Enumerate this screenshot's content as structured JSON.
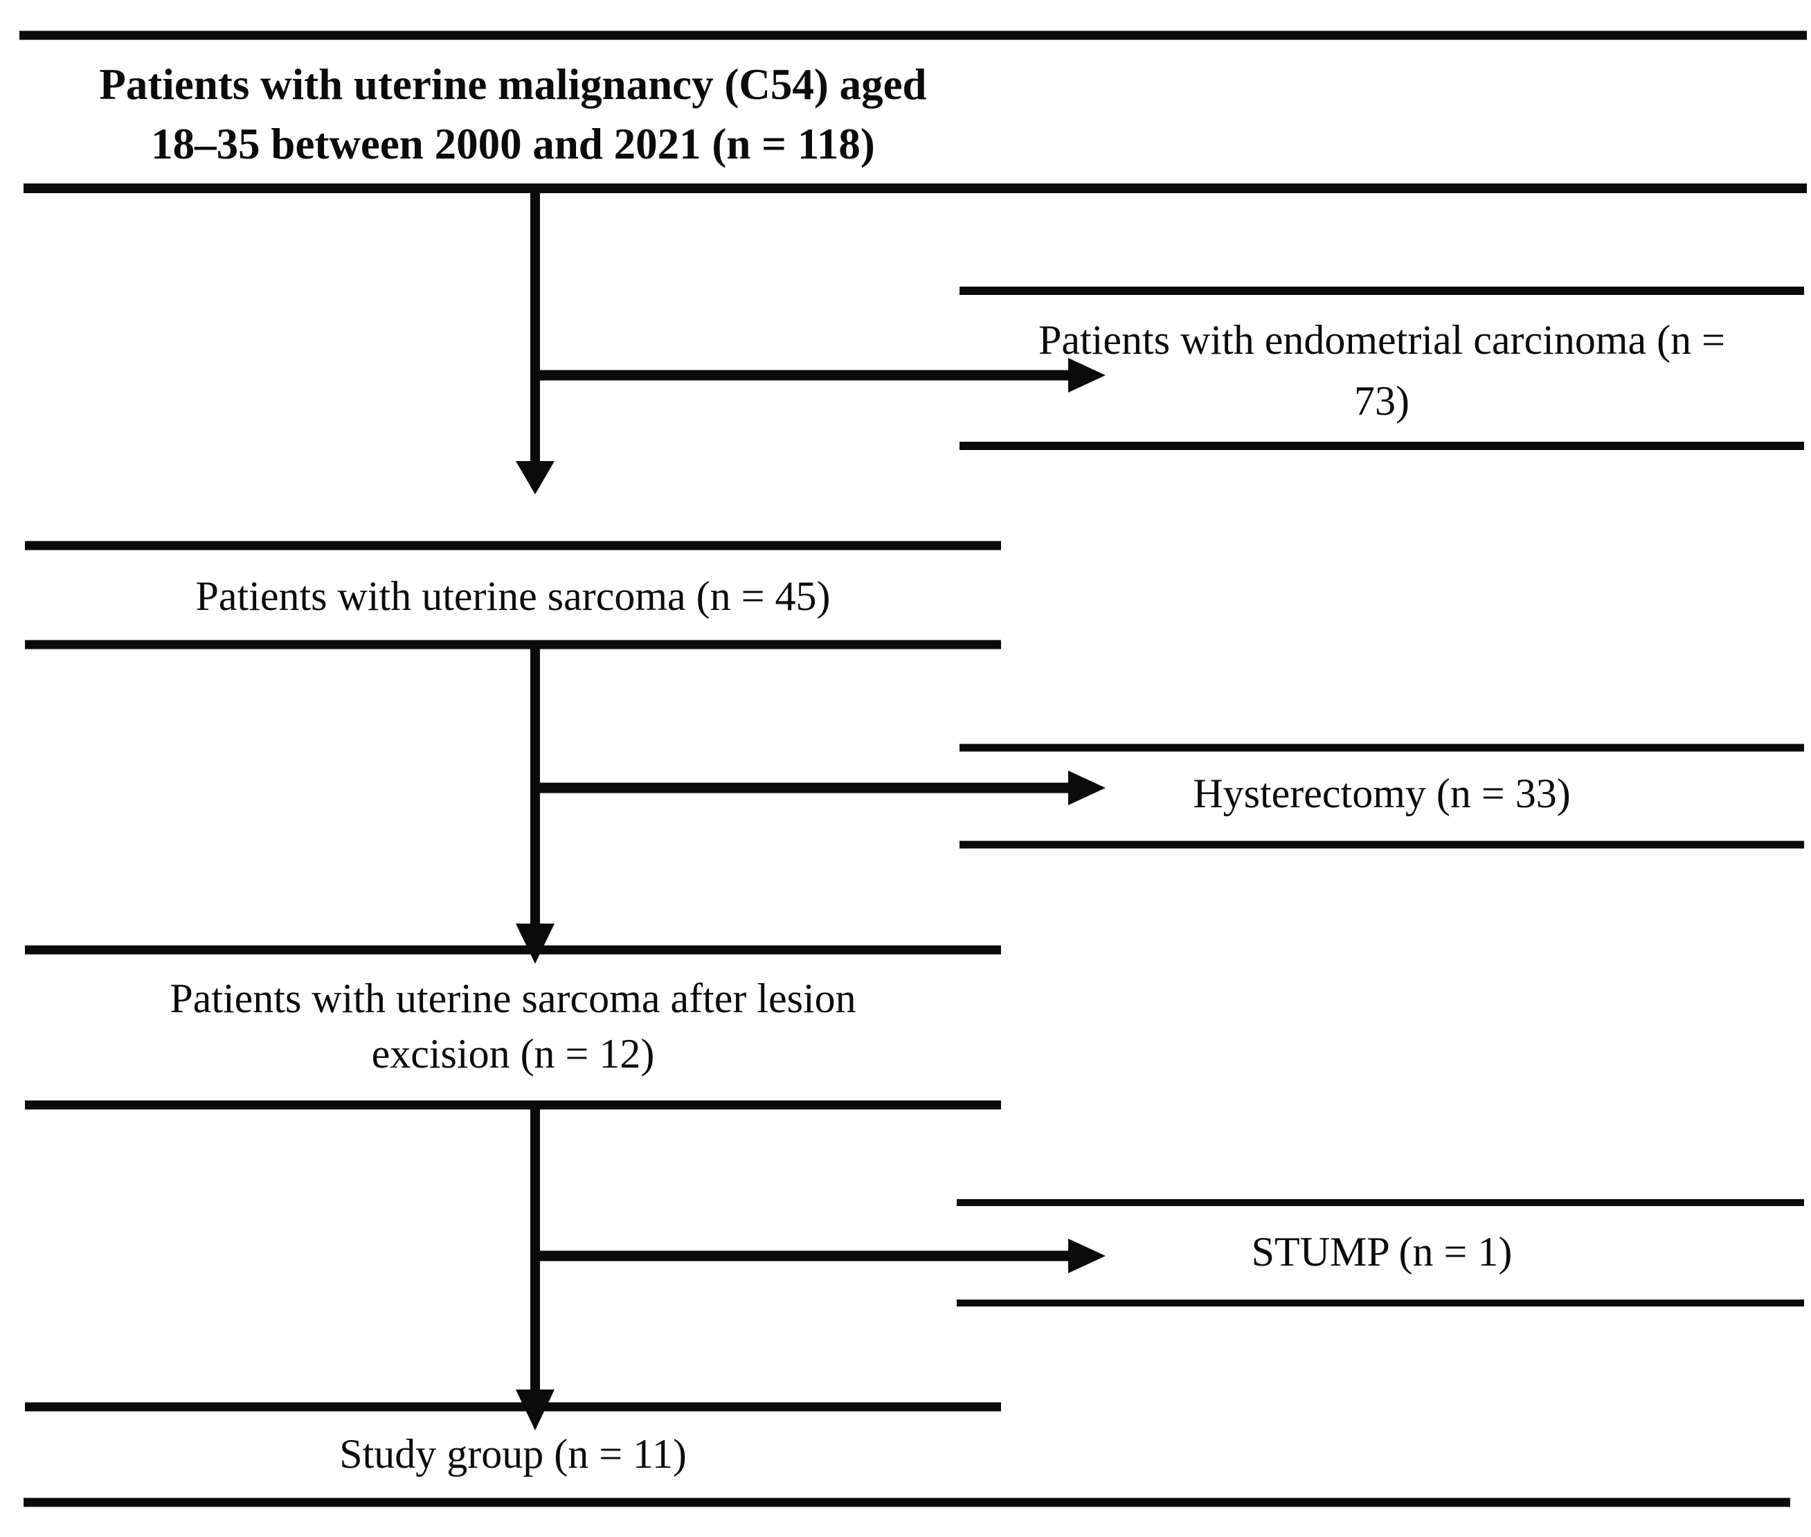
{
  "figure": {
    "type": "patient-flow-diagram",
    "colors": {
      "ink": "#0b0b0b",
      "background": "#ffffff"
    },
    "nodes": {
      "eligible": {
        "line1": "Patients with uterine malignancy (C54) aged",
        "line2": "18–35 between 2000 and 2021 (n = 118)",
        "n": 118
      },
      "endometrial": {
        "line1": "Patients with endometrial carcinoma (n =",
        "line2": "73)",
        "n": 73
      },
      "sarcoma": {
        "text": "Patients with uterine sarcoma (n = 45)",
        "n": 45
      },
      "hysterectomy": {
        "text": "Hysterectomy (n = 33)",
        "n": 33
      },
      "excision": {
        "line1": "Patients with uterine sarcoma after lesion",
        "line2": "excision (n = 12)",
        "n": 12
      },
      "stump": {
        "text": "STUMP (n = 1)",
        "n": 1
      },
      "study": {
        "text": "Study group (n = 11)",
        "n": 11
      }
    }
  }
}
